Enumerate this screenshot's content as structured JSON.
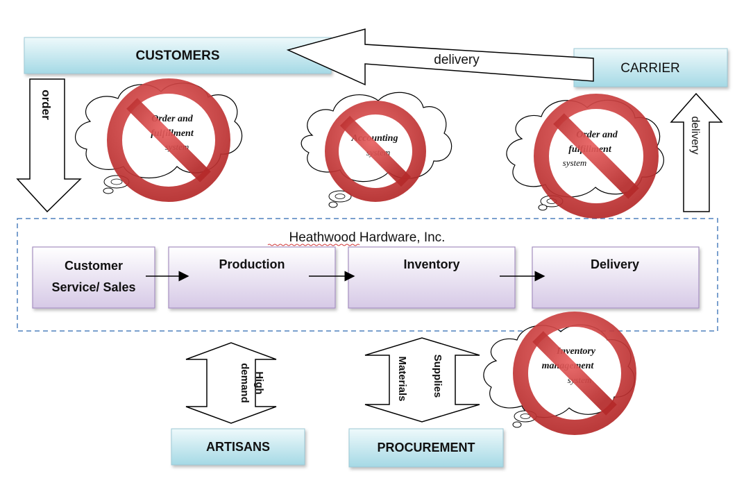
{
  "entities": {
    "customers": "CUSTOMERS",
    "carrier": "CARRIER",
    "artisans": "ARTISANS",
    "procurement": "PROCUREMENT"
  },
  "company": {
    "name": "Heathwood Hardware, Inc.",
    "departments": [
      {
        "line1": "Customer",
        "line2": "Service/ Sales"
      },
      {
        "line1": "Production",
        "line2": ""
      },
      {
        "line1": "Inventory",
        "line2": ""
      },
      {
        "line1": "Delivery",
        "line2": ""
      }
    ]
  },
  "arrows": {
    "delivery_top": "delivery",
    "order": "order",
    "delivery_right": "delivery",
    "artisans_line1": "High",
    "artisans_line2": "demand",
    "procurement_line1": "Supplies",
    "procurement_line2": "Materials"
  },
  "clouds": {
    "c1": {
      "line1": "Order and",
      "line2": "fulfillment",
      "line3": "system"
    },
    "c2": {
      "line1": "Accounting",
      "line2": "system"
    },
    "c3": {
      "line1": "Order and",
      "line2": "fulfillment",
      "line3": "system"
    },
    "c4": {
      "line1": "Inventory",
      "line2": "management",
      "line3": "system"
    }
  },
  "colors": {
    "entity_fill_top": "#e8f6f9",
    "entity_fill_bottom": "#a9dbe6",
    "dept_fill_top": "#ffffff",
    "dept_fill_bottom": "#d8cce6",
    "dept_border": "#a58fc0",
    "dashed_border": "#4f81bd",
    "prohibit_red": "#d23b3b"
  }
}
